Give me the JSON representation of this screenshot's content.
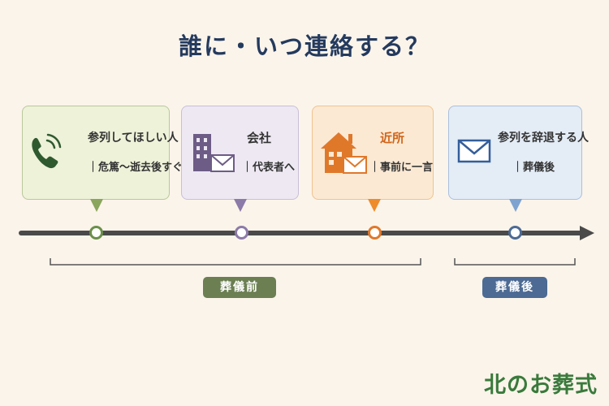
{
  "title": "誰に・いつ連絡する？",
  "cards": [
    {
      "title": "参列してほしい人",
      "sub": "｜危篤〜逝去後すぐ",
      "icon": "phone-icon",
      "color": "#2f5a2f"
    },
    {
      "title": "会社",
      "sub": "｜代表者へ",
      "icon": "building-mail-icon",
      "color": "#6d5c86"
    },
    {
      "title": "近所",
      "sub": "｜事前に一言",
      "icon": "house-mail-icon",
      "color": "#e0782a"
    },
    {
      "title": "参列を辞退する人",
      "sub": "｜葬儀後",
      "icon": "mail-icon",
      "color": "#345e9a"
    }
  ],
  "phases": [
    {
      "label": "葬儀前",
      "color": "#6b7f52"
    },
    {
      "label": "葬儀後",
      "color": "#4c6a93"
    }
  ],
  "logo": "北のお葬式"
}
